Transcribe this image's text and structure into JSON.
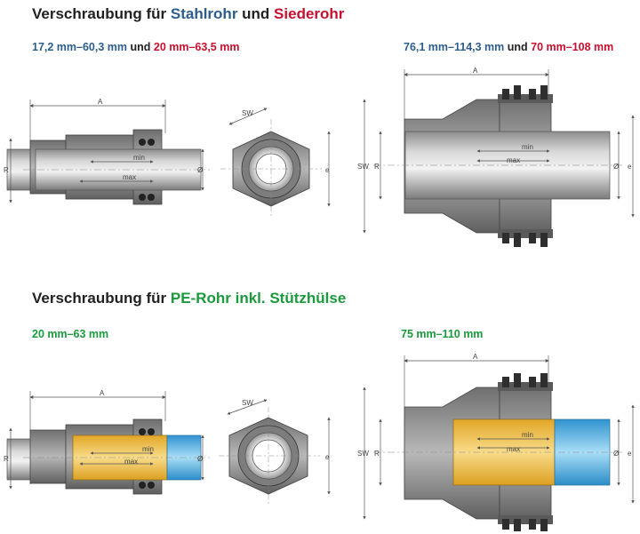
{
  "section1": {
    "heading_prefix": "Verschraubung für ",
    "heading_a": "Stahlrohr",
    "heading_and": " und ",
    "heading_b": "Siederohr",
    "left_range_a": "17,2 mm–60,3 mm",
    "left_and": " und ",
    "left_range_b": "20 mm–63,5 mm",
    "right_range_a": "76,1 mm–114,3 mm",
    "right_and": " und ",
    "right_range_b": "70 mm–108 mm"
  },
  "section2": {
    "heading_prefix": "Verschraubung für ",
    "heading_highlight": "PE-Rohr inkl. Stützhülse",
    "left_range": "20 mm–63 mm",
    "right_range": "75 mm–110 mm"
  },
  "dims": {
    "a": "A",
    "r": "R",
    "min": "min",
    "max": "max",
    "sw": "SW",
    "dia": "Ø",
    "e": "e"
  },
  "colors": {
    "steel_blue": "#2d5d8c",
    "red": "#c8102e",
    "green": "#1a9a3c",
    "pe_yellow": "#f1c24a",
    "pe_blue": "#59b7e4"
  }
}
